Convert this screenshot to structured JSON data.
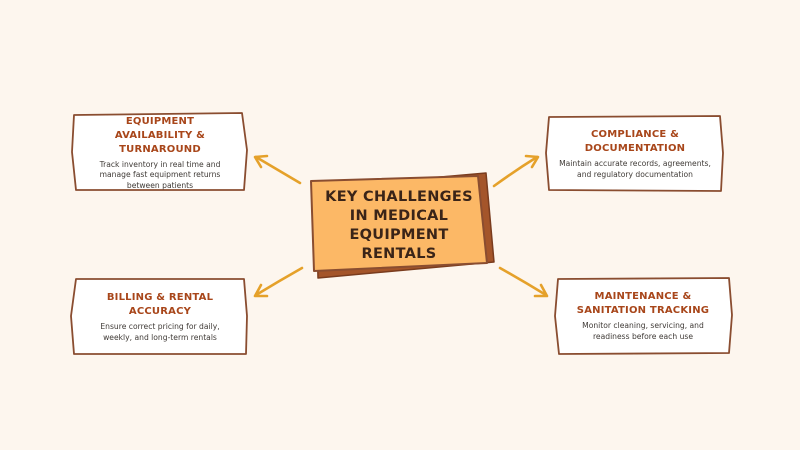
{
  "diagram": {
    "center": {
      "title": "KEY CHALLENGES IN MEDICAL EQUIPMENT RENTALS"
    },
    "challenges": [
      {
        "title": "EQUIPMENT AVAILABILITY & TURNAROUND",
        "description": "Track inventory in real time and manage fast equipment returns between patients"
      },
      {
        "title": "COMPLIANCE & DOCUMENTATION",
        "description": "Maintain accurate records, agreements, and regulatory documentation"
      },
      {
        "title": "BILLING & RENTAL ACCURACY",
        "description": "Ensure correct pricing for daily, weekly, and long-term rentals"
      },
      {
        "title": "MAINTENANCE & SANITATION TRACKING",
        "description": "Monitor cleaning, servicing, and readiness before each use"
      }
    ]
  },
  "colors": {
    "background": "#fdf6ee",
    "center_fill": "#fcb866",
    "center_shadow": "#a4552a",
    "outline": "#8a4d30",
    "card_fill": "#ffffff",
    "arrow": "#e5a12a",
    "title_text": "#a8461a"
  }
}
